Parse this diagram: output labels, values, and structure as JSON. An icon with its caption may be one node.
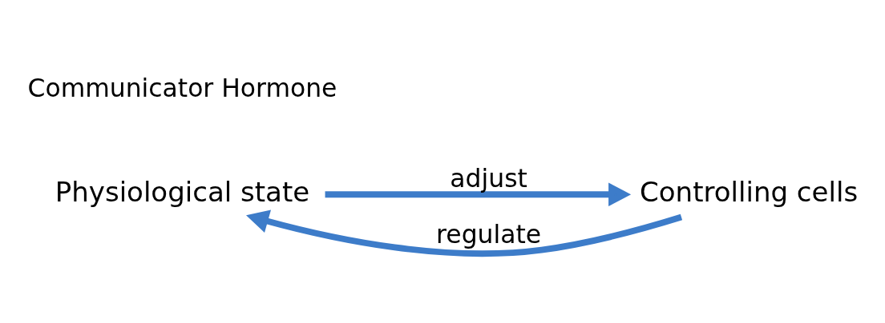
{
  "diagram": {
    "nodes": [
      {
        "text": [
          "Physiological state"
        ]
      },
      {
        "text": [
          "Controlling cells"
        ]
      }
    ],
    "edges": [
      {
        "from": 1,
        "to": 0,
        "arrow": "to",
        "label": "regulate"
      },
      {
        "from": 0,
        "to": 1,
        "arrow": "to",
        "label": "adjust"
      }
    ],
    "labels": [
      "Communicator Hormone"
    ]
  }
}
